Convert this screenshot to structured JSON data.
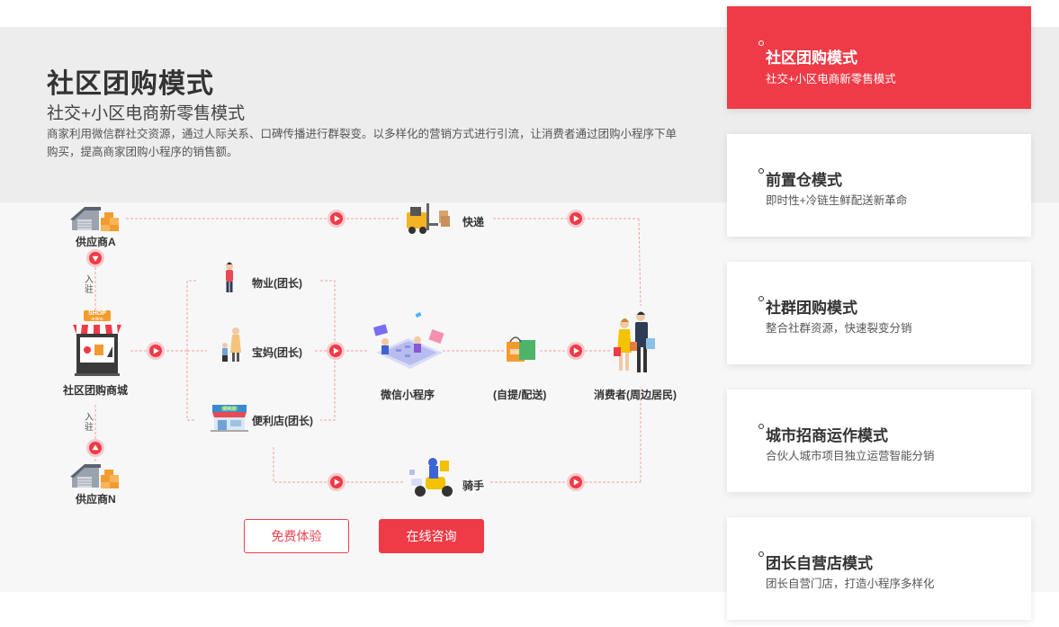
{
  "hero": {
    "title": "社区团购模式",
    "subtitle": "社交+小区电商新零售模式",
    "description": "商家利用微信群社交资源，通过人际关系、口碑传播进行群裂变。以多样化的营销方式进行引流，让消费者通过团购小程序下单购买，提高商家团购小程序的销售额。"
  },
  "diagram": {
    "supplier_a": "供应商A",
    "supplier_n": "供应商N",
    "join_top": "入驻",
    "join_bottom": "入驻",
    "mall": "社区团购商城",
    "mall_sign": "SHOP",
    "mall_sign_sub": "online",
    "property": "物业(团长)",
    "mom": "宝妈(团长)",
    "store": "便利店(团长)",
    "store_sign": "便利店",
    "express": "快递",
    "mini_program": "微信小程序",
    "pickup": "(自提/配送)",
    "consumer": "消费者(周边居民)",
    "rider": "骑手"
  },
  "buttons": {
    "free_trial": "免费体验",
    "consult": "在线咨询"
  },
  "cards": [
    {
      "title": "社区团购模式",
      "subtitle": "社交+小区电商新零售模式",
      "active": true
    },
    {
      "title": "前置仓模式",
      "subtitle": "即时性+冷链生鲜配送新革命",
      "active": false
    },
    {
      "title": "社群团购模式",
      "subtitle": "整合社群资源，快速裂变分销",
      "active": false
    },
    {
      "title": "城市招商运作模式",
      "subtitle": "合伙人城市项目独立运营智能分销",
      "active": false
    },
    {
      "title": "团长自营店模式",
      "subtitle": "团长自营门店，打造小程序多样化",
      "active": false
    }
  ],
  "colors": {
    "accent": "#ef3b47",
    "line": "#f0a0a6",
    "band": "#ededed"
  }
}
